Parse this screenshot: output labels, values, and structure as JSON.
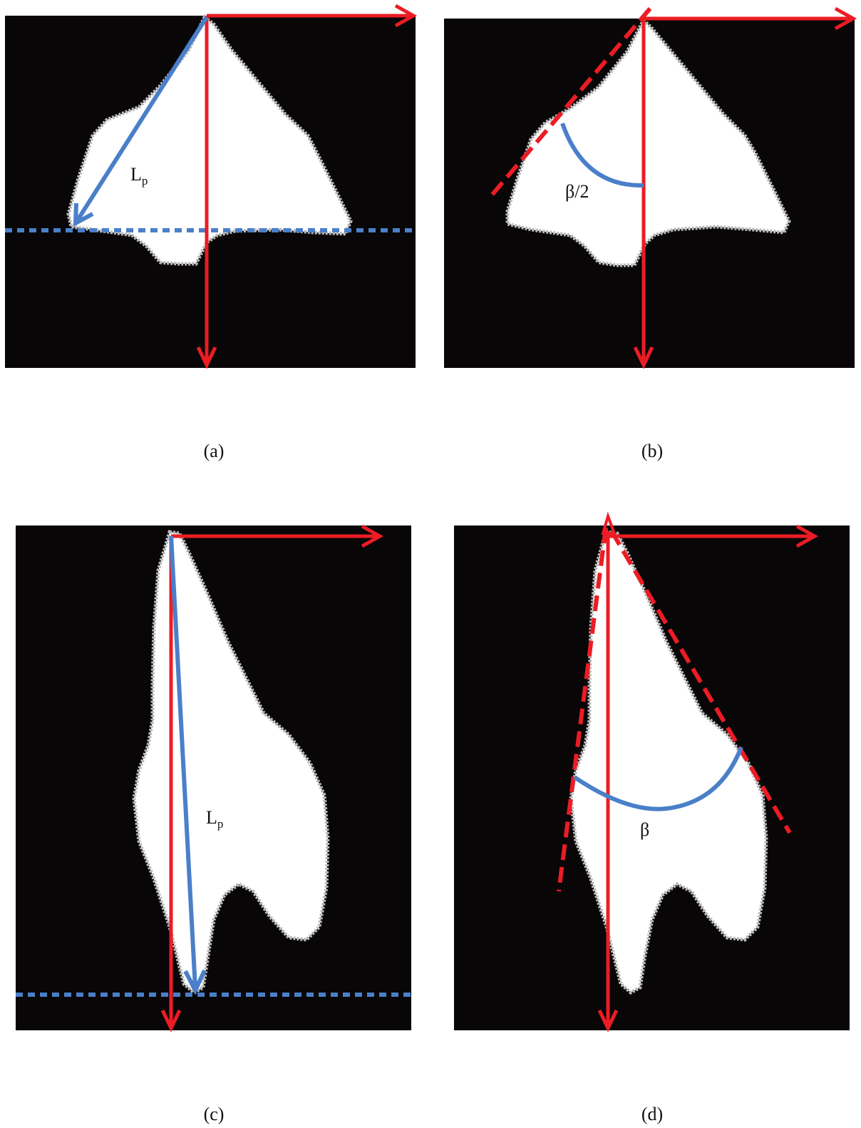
{
  "figure": {
    "panels": [
      {
        "id": "a",
        "caption": "(a)",
        "label_main": "L",
        "label_sub": "p"
      },
      {
        "id": "b",
        "caption": "(b)",
        "angle_label": "β/2"
      },
      {
        "id": "c",
        "caption": "(c)",
        "label_main": "L",
        "label_sub": "p"
      },
      {
        "id": "d",
        "caption": "(d)",
        "angle_label": "β"
      }
    ],
    "colors": {
      "background": "#080606",
      "shape": "#ffffff",
      "shape_edge": "#b9b9b9",
      "axis_red": "#ec1c24",
      "measure_blue": "#4a7fc9"
    }
  }
}
